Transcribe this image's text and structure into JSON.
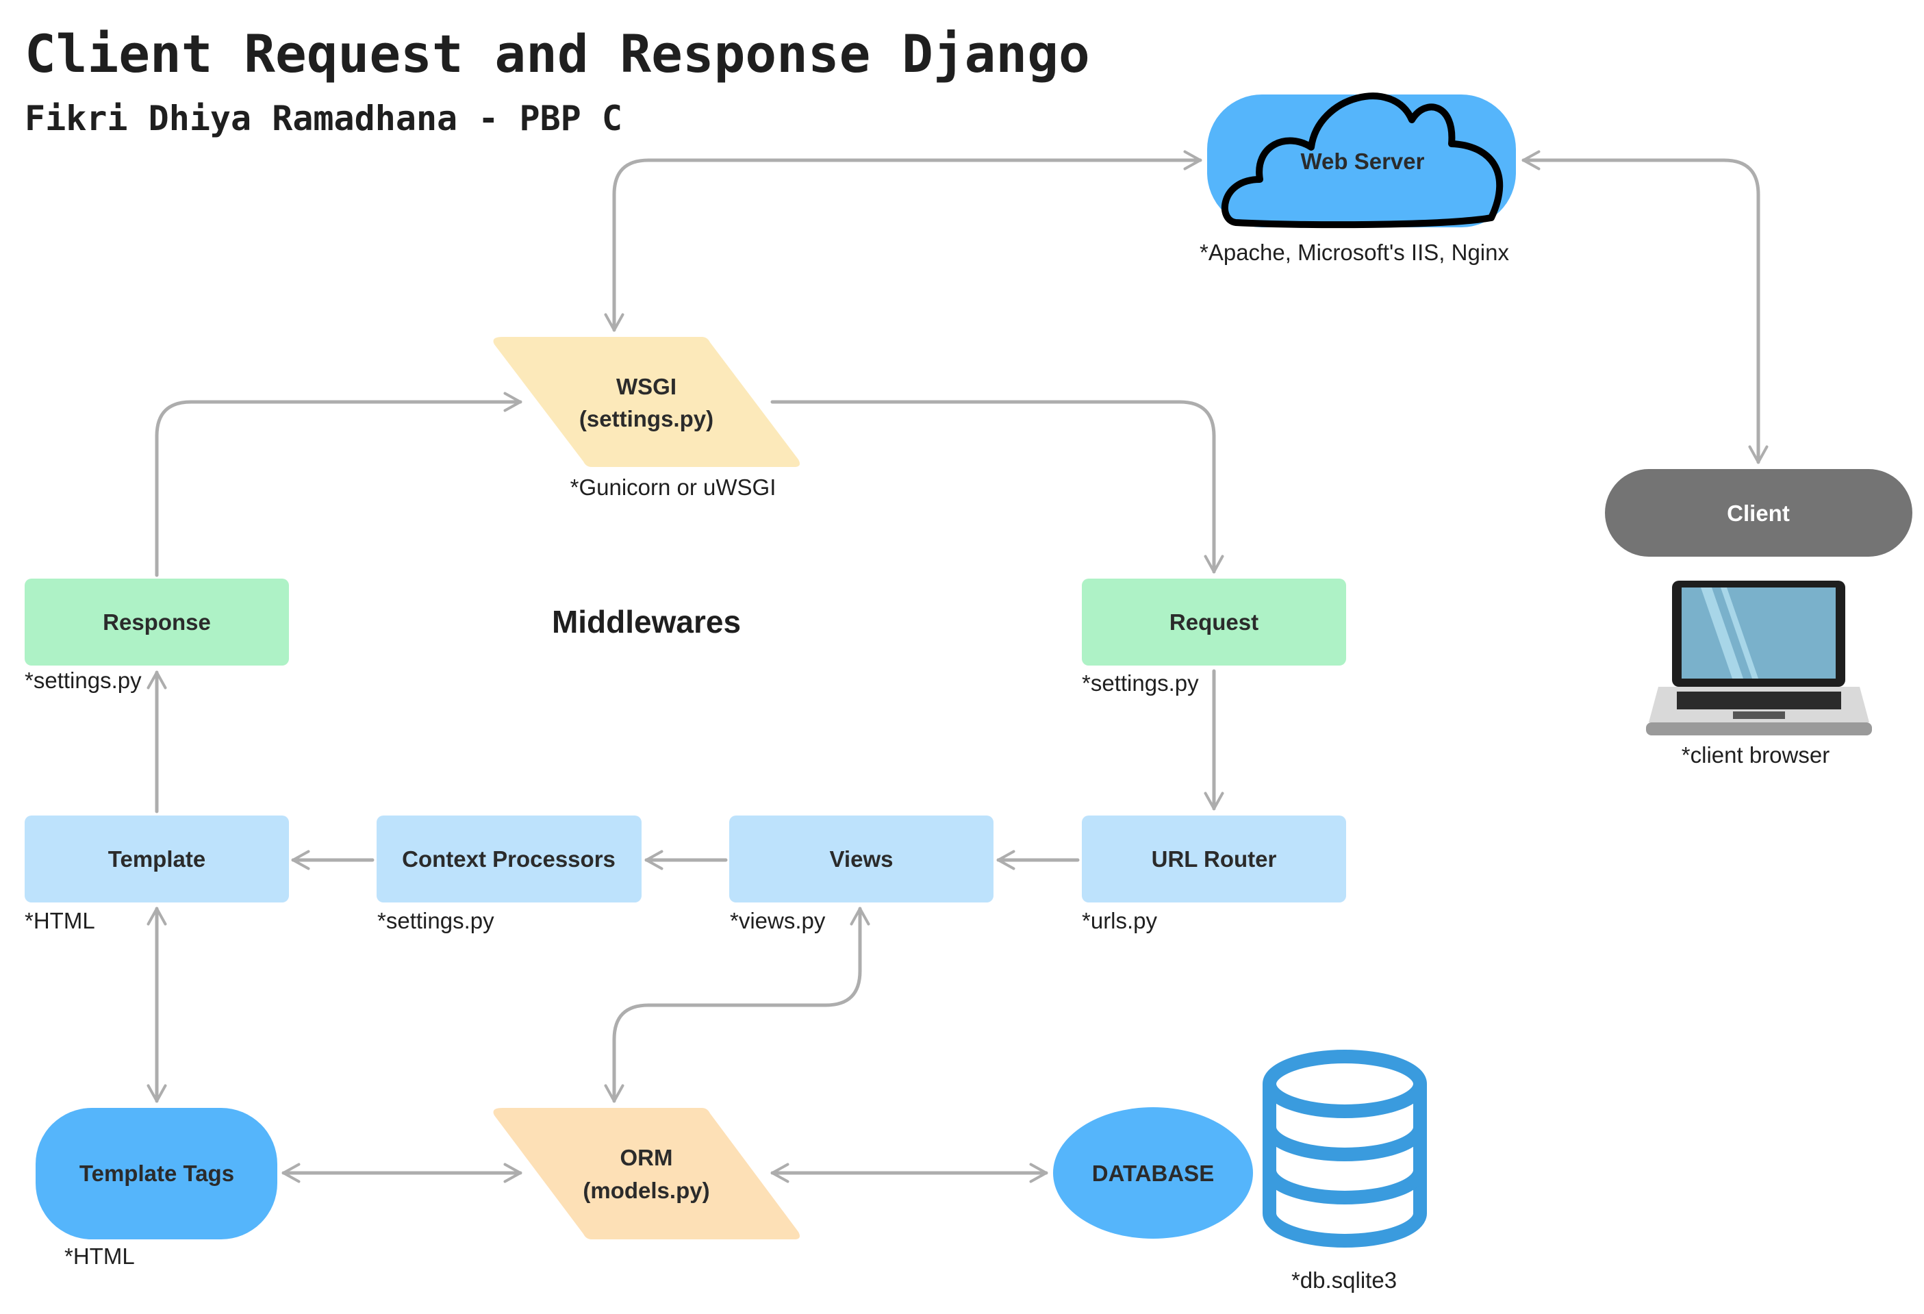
{
  "header": {
    "title": "Client Request and Response Django",
    "subtitle": "Fikri Dhiya Ramadhana - PBP C"
  },
  "colors": {
    "green": "#aef2c6",
    "light_blue": "#bde2fc",
    "blue": "#55b5fb",
    "yellow": "#fce9ba",
    "orange": "#fde0b6",
    "gray": "#747474",
    "connector": "#adadad",
    "db_icon": "#3a9bde"
  },
  "nodes": {
    "web_server": {
      "label": "Web Server",
      "note": "*Apache, Microsoft's IIS, Nginx"
    },
    "wsgi": {
      "line1": "WSGI",
      "line2": "(settings.py)",
      "note": "*Gunicorn or uWSGI"
    },
    "client": {
      "label": "Client",
      "note": "*client browser"
    },
    "response": {
      "label": "Response",
      "note": "*settings.py"
    },
    "request": {
      "label": "Request",
      "note": "*settings.py"
    },
    "middlewares": {
      "label": "Middlewares"
    },
    "template": {
      "label": "Template",
      "note": "*HTML"
    },
    "context_processors": {
      "label": "Context Processors",
      "note": "*settings.py"
    },
    "views": {
      "label": "Views",
      "note": "*views.py"
    },
    "url_router": {
      "label": "URL Router",
      "note": "*urls.py"
    },
    "template_tags": {
      "label": "Template Tags",
      "note": "*HTML"
    },
    "orm": {
      "line1": "ORM",
      "line2": "(models.py)"
    },
    "database": {
      "label": "DATABASE",
      "note": "*db.sqlite3"
    }
  },
  "icons": [
    "cloud-icon",
    "laptop-icon",
    "database-icon"
  ]
}
